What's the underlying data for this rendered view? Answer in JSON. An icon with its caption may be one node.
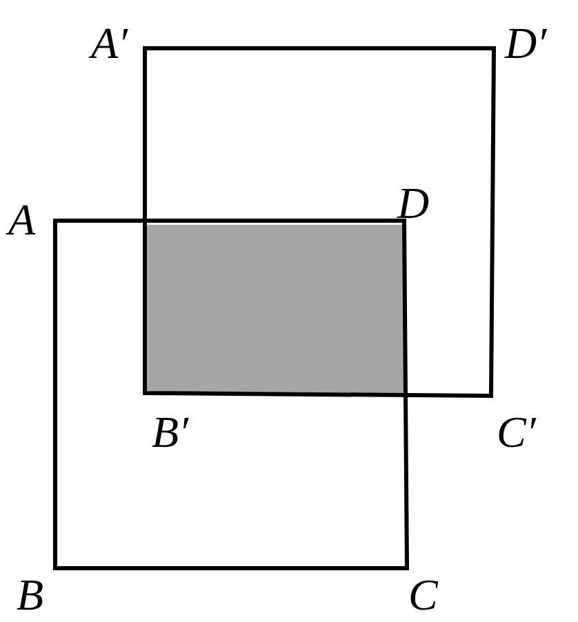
{
  "diagram": {
    "labels": [
      "A′",
      "D′",
      "A",
      "D",
      "B′",
      "C′",
      "B",
      "C"
    ]
  }
}
